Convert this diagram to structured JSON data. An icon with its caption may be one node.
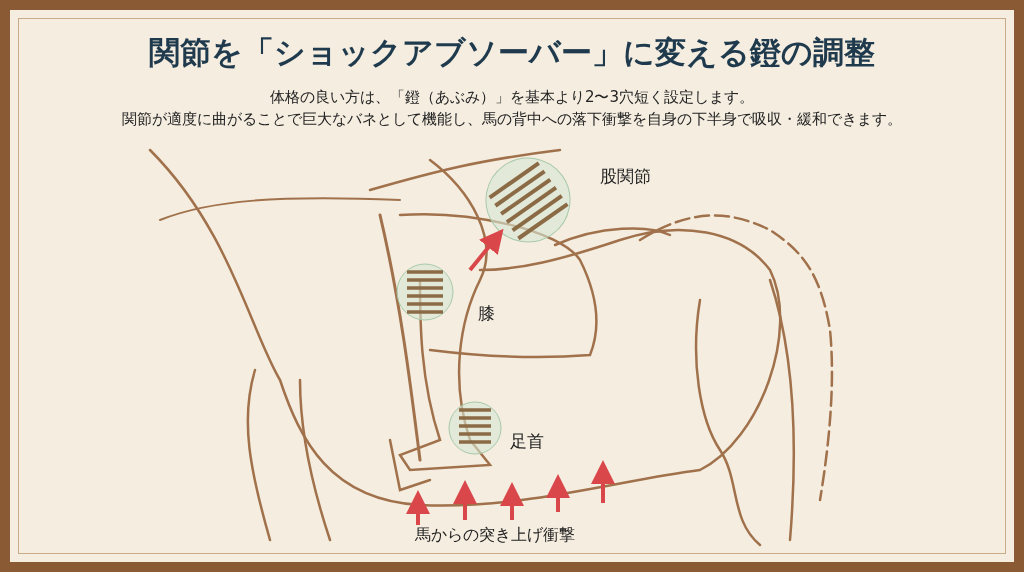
{
  "diagram": {
    "title": "関節を「ショックアブソーバー」に変える鐙の調整",
    "labels": [
      "体格の良い方は、「鐙（あぶみ）」を基本より2〜3穴短く設定します。",
      "関節が適度に曲がることで巨大なバネとして機能し、馬の背中への落下衝撃を自身の下半身で吸収・緩和できます。",
      "股関節",
      "膝",
      "足首",
      "馬からの突き上げ衝撃"
    ]
  }
}
